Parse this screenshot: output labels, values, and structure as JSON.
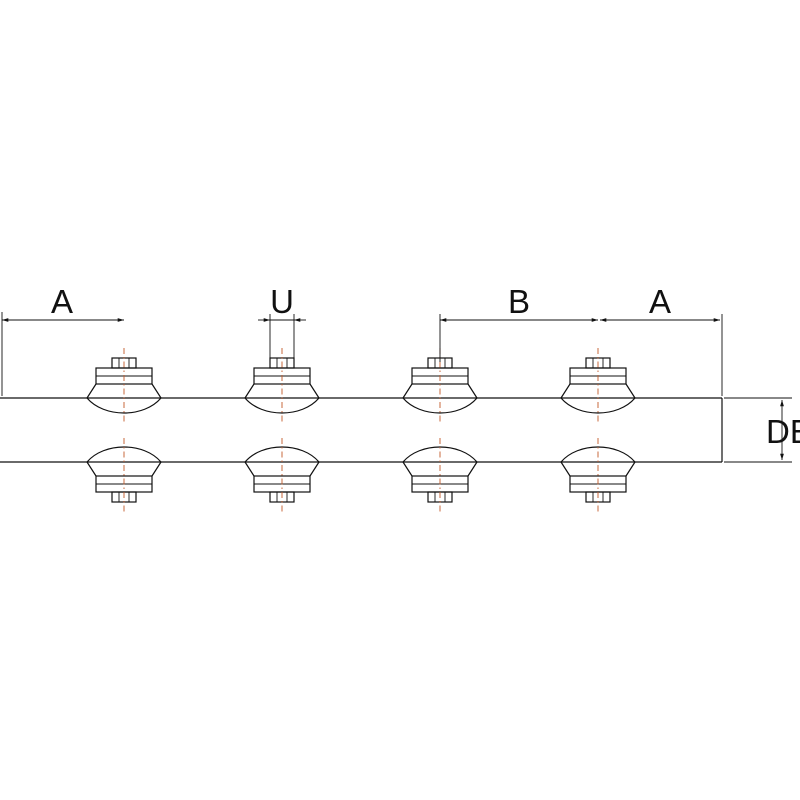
{
  "dimensions": {
    "a_left": "A",
    "u": "U",
    "b": "B",
    "a_right": "A",
    "de": "DE"
  },
  "outlet_count_per_side": 4,
  "colors": {
    "line": "#111111",
    "centerline": "#c25a2a",
    "background": "#ffffff"
  }
}
